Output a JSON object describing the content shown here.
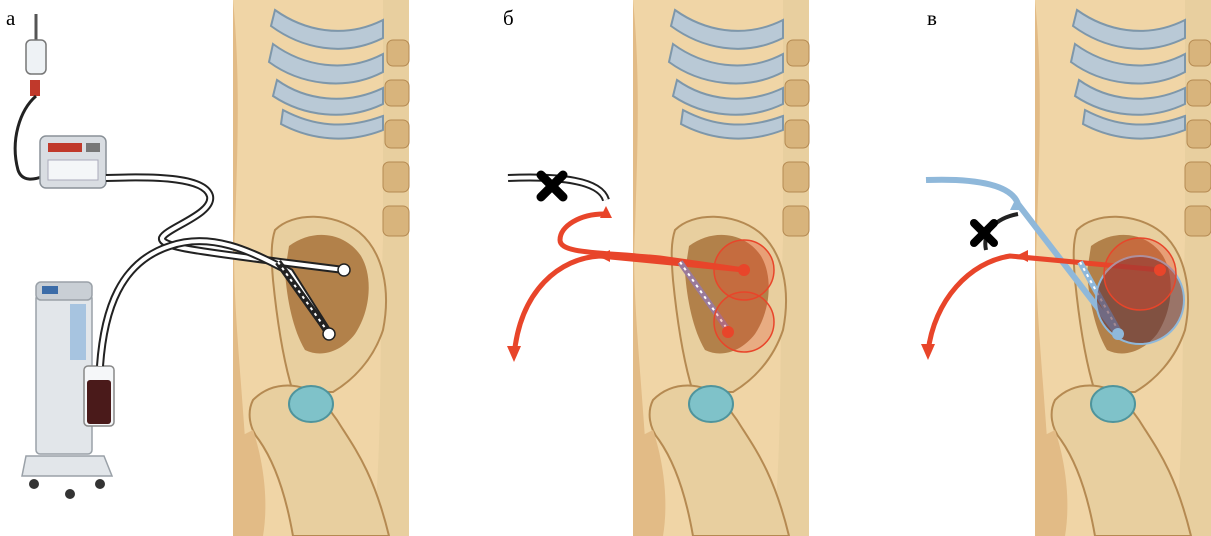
{
  "panels": [
    {
      "id": "a",
      "label": "а"
    },
    {
      "id": "b",
      "label": "б"
    },
    {
      "id": "c",
      "label": "в"
    }
  ],
  "colors": {
    "skin": "#f0d5a6",
    "skin_edge": "#caa06e",
    "bone": "#e8cf9f",
    "bone_shade": "#c49a5c",
    "cavity": "#a8733b",
    "rib": "#b9c9d6",
    "rib_edge": "#7e97aa",
    "cartilage": "#7fc2c9",
    "tube": "#222222",
    "flow_red": "#e8452a",
    "flow_blue": "#8fb8da",
    "device": "#d9dde2",
    "blood": "#4a1a1a"
  },
  "icons": {
    "blocked": "x-mark-icon",
    "infusion_bag": "iv-bag-icon",
    "pump": "infusion-pump-icon",
    "aspirator": "suction-unit-icon"
  }
}
